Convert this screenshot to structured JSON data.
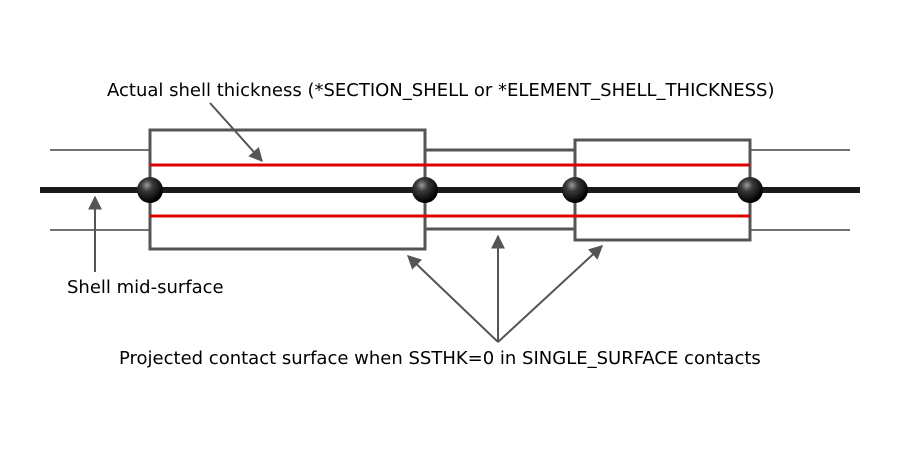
{
  "labels": {
    "actual_thickness": "Actual shell thickness (*SECTION_SHELL or *ELEMENT_SHELL_THICKNESS)",
    "mid_surface": "Shell mid-surface",
    "projected_contact": "Projected contact surface when SSTHK=0 in SINGLE_SURFACE contacts"
  },
  "colors": {
    "mid_surface_line": "#1a1a1a",
    "shell_outline": "#555555",
    "contact_surface": "#dd0000",
    "thin_lines": "#444444",
    "arrows": "#555555",
    "nodes": "#111111"
  }
}
